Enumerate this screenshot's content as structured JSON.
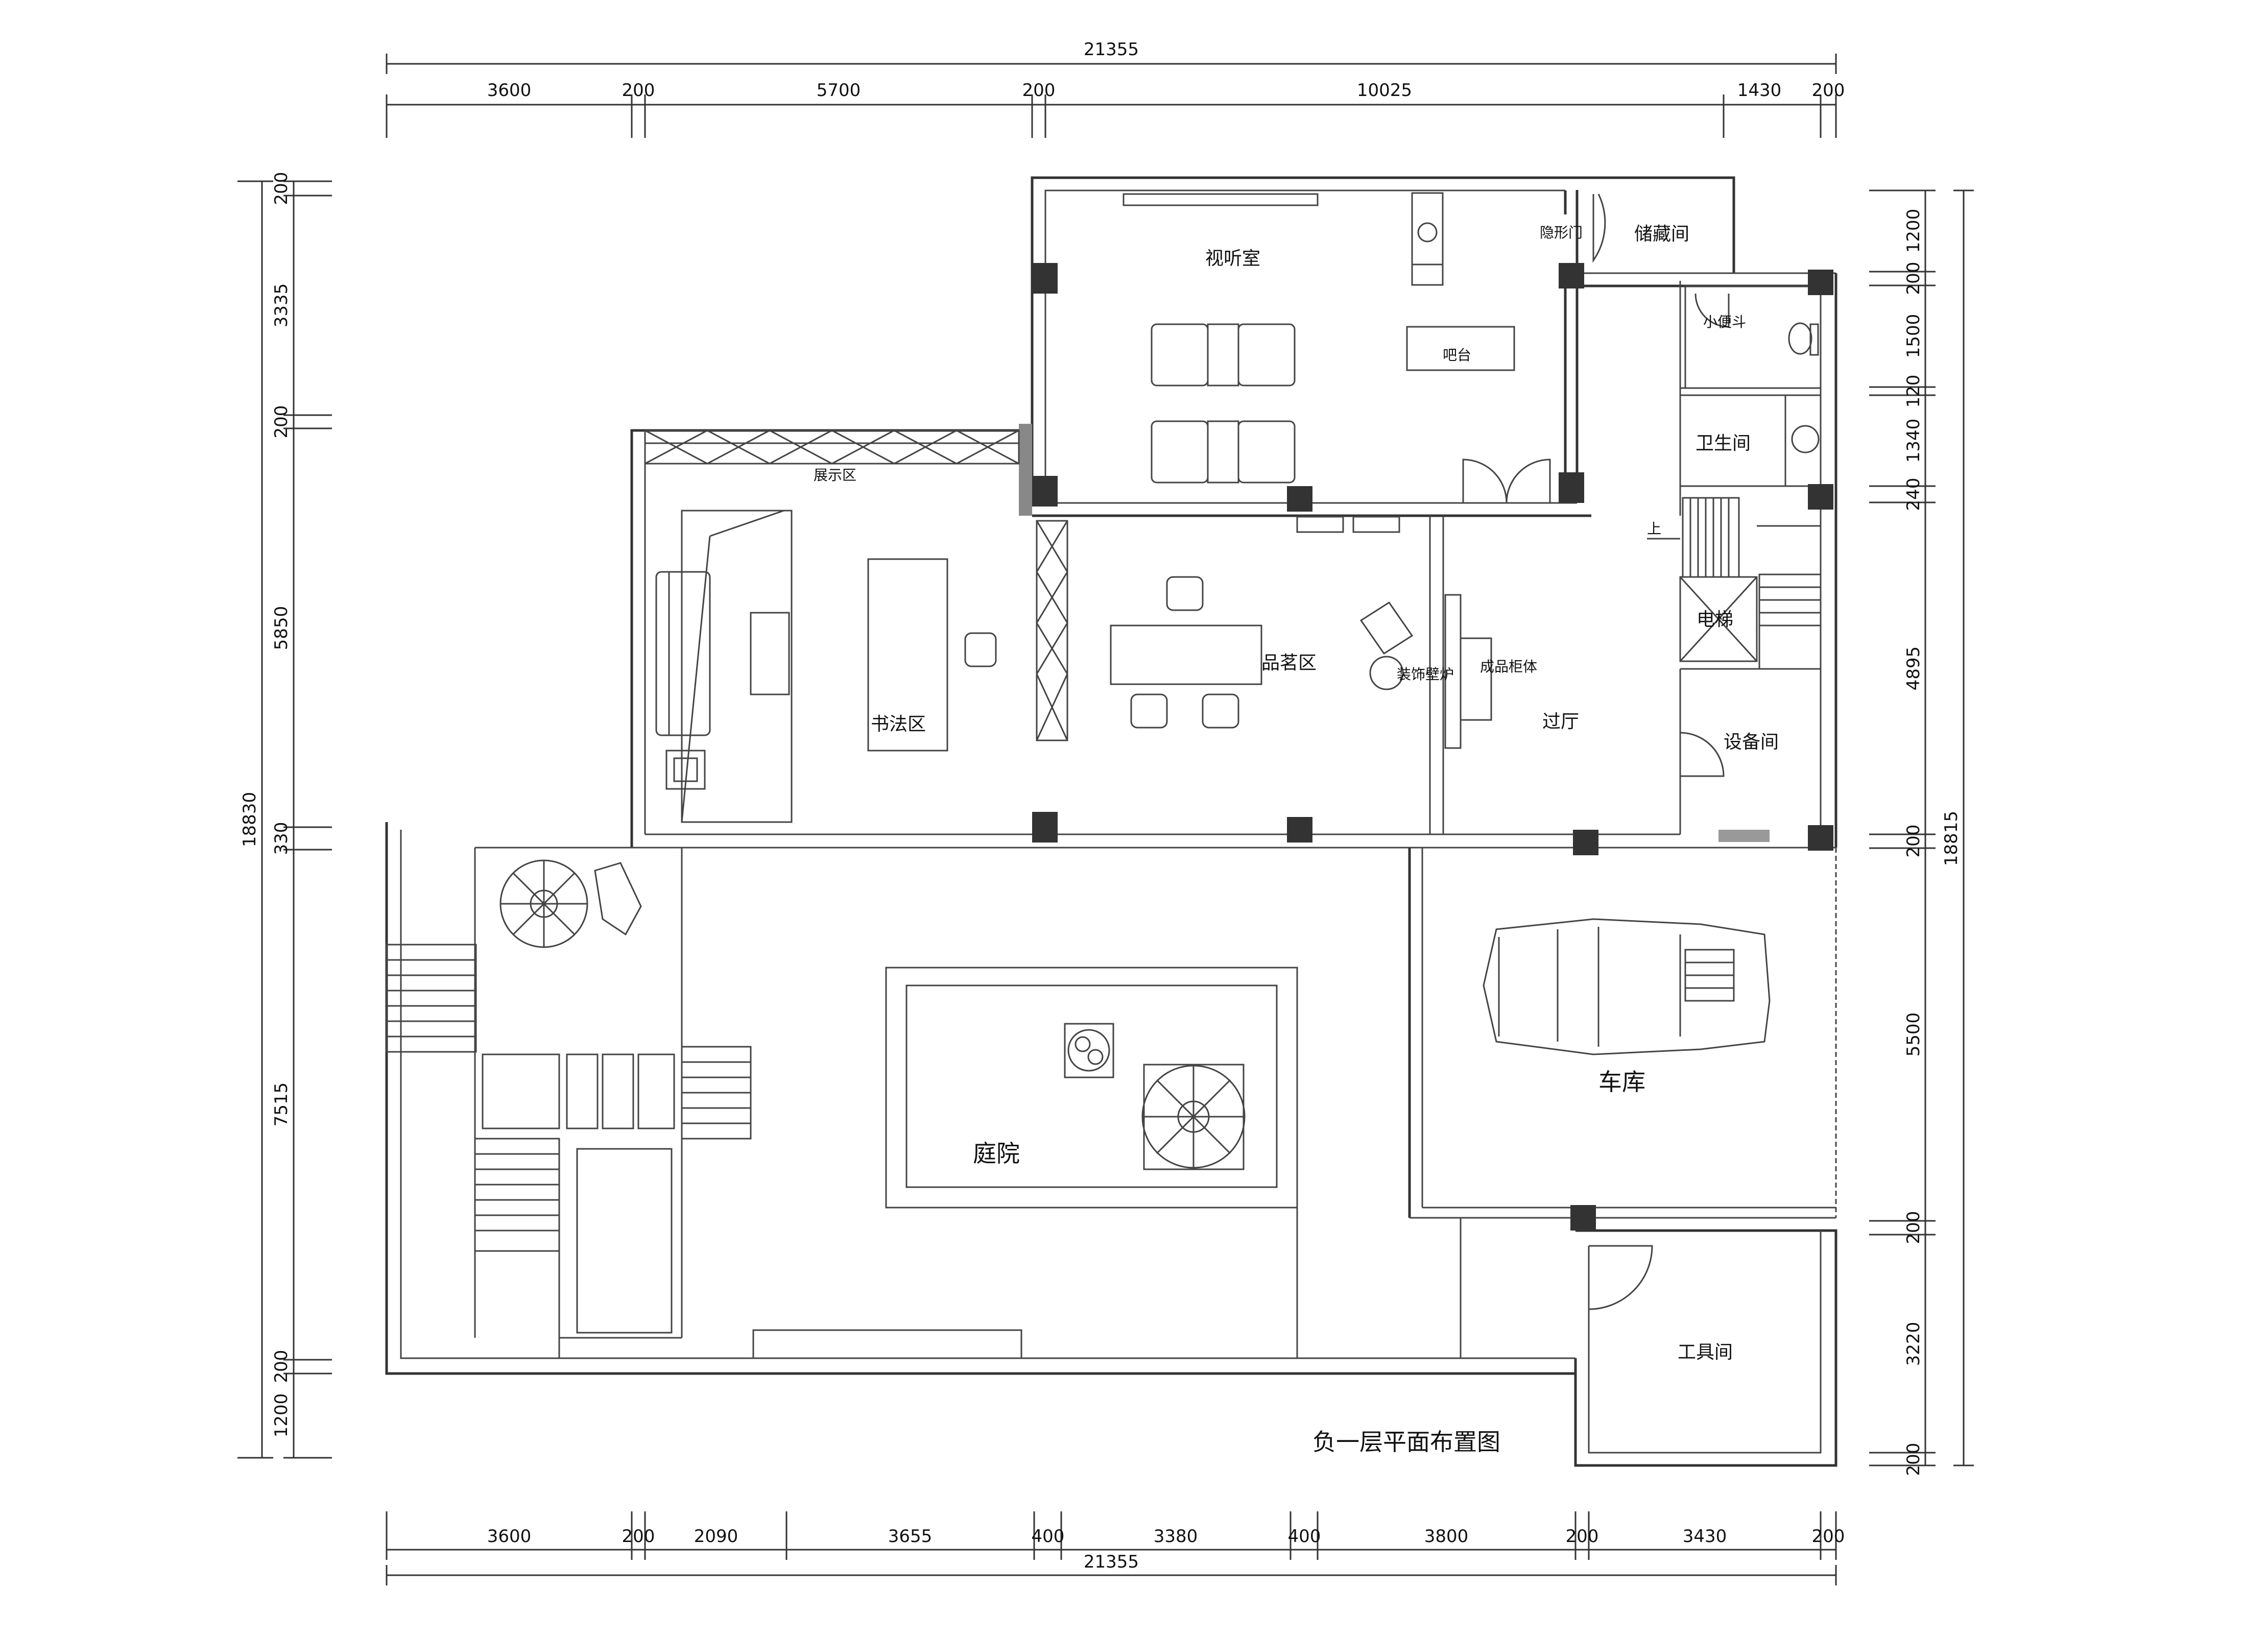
{
  "title": "负一层平面布置图",
  "rooms": {
    "theater": "视听室",
    "storage": "储藏间",
    "hidden_door": "隐形门",
    "bar": "吧台",
    "urinal": "小便斗",
    "bathroom": "卫生间",
    "display": "展示区",
    "up": "上",
    "elevator": "电梯",
    "tea": "品茗区",
    "fireplace": "装饰壁炉",
    "cabinet": "成品柜体",
    "calligraphy": "书法区",
    "hall": "过厅",
    "equipment": "设备间",
    "garage": "车库",
    "courtyard": "庭院",
    "tool": "工具间"
  },
  "dims": {
    "top_total": "21355",
    "top": [
      "3600",
      "200",
      "5700",
      "200",
      "10025",
      "1430",
      "200"
    ],
    "bottom": [
      "3600",
      "200",
      "2090",
      "3655",
      "400",
      "3380",
      "400",
      "3800",
      "200",
      "3430",
      "200"
    ],
    "bottom_total": "21355",
    "left": [
      "200",
      "3335",
      "200",
      "5850",
      "330",
      "7515",
      "200",
      "1200"
    ],
    "left_total": "18830",
    "right": [
      "1200",
      "200",
      "1500",
      "120",
      "1340",
      "240",
      "4895",
      "200",
      "5500",
      "200",
      "3220",
      "200"
    ],
    "right_total": "18815"
  }
}
